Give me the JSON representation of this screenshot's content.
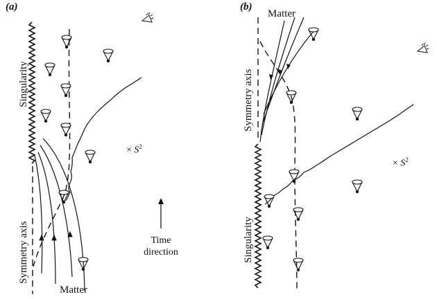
{
  "figure": {
    "panel_a": {
      "label": "(a)",
      "singularity_label": "Singularity",
      "symmetry_axis_label": "Symmetry axis",
      "matter_label": "Matter",
      "s2_label": "S",
      "s2_sup": "2",
      "s2_prefix": "×",
      "time_label_line1": "Time",
      "time_label_line2": "direction"
    },
    "panel_b": {
      "label": "(b)",
      "matter_label": "Matter",
      "symmetry_axis_label": "Symmetry axis",
      "singularity_label": "Singularity",
      "s2_label": "S",
      "s2_sup": "2",
      "s2_prefix": "×"
    }
  }
}
